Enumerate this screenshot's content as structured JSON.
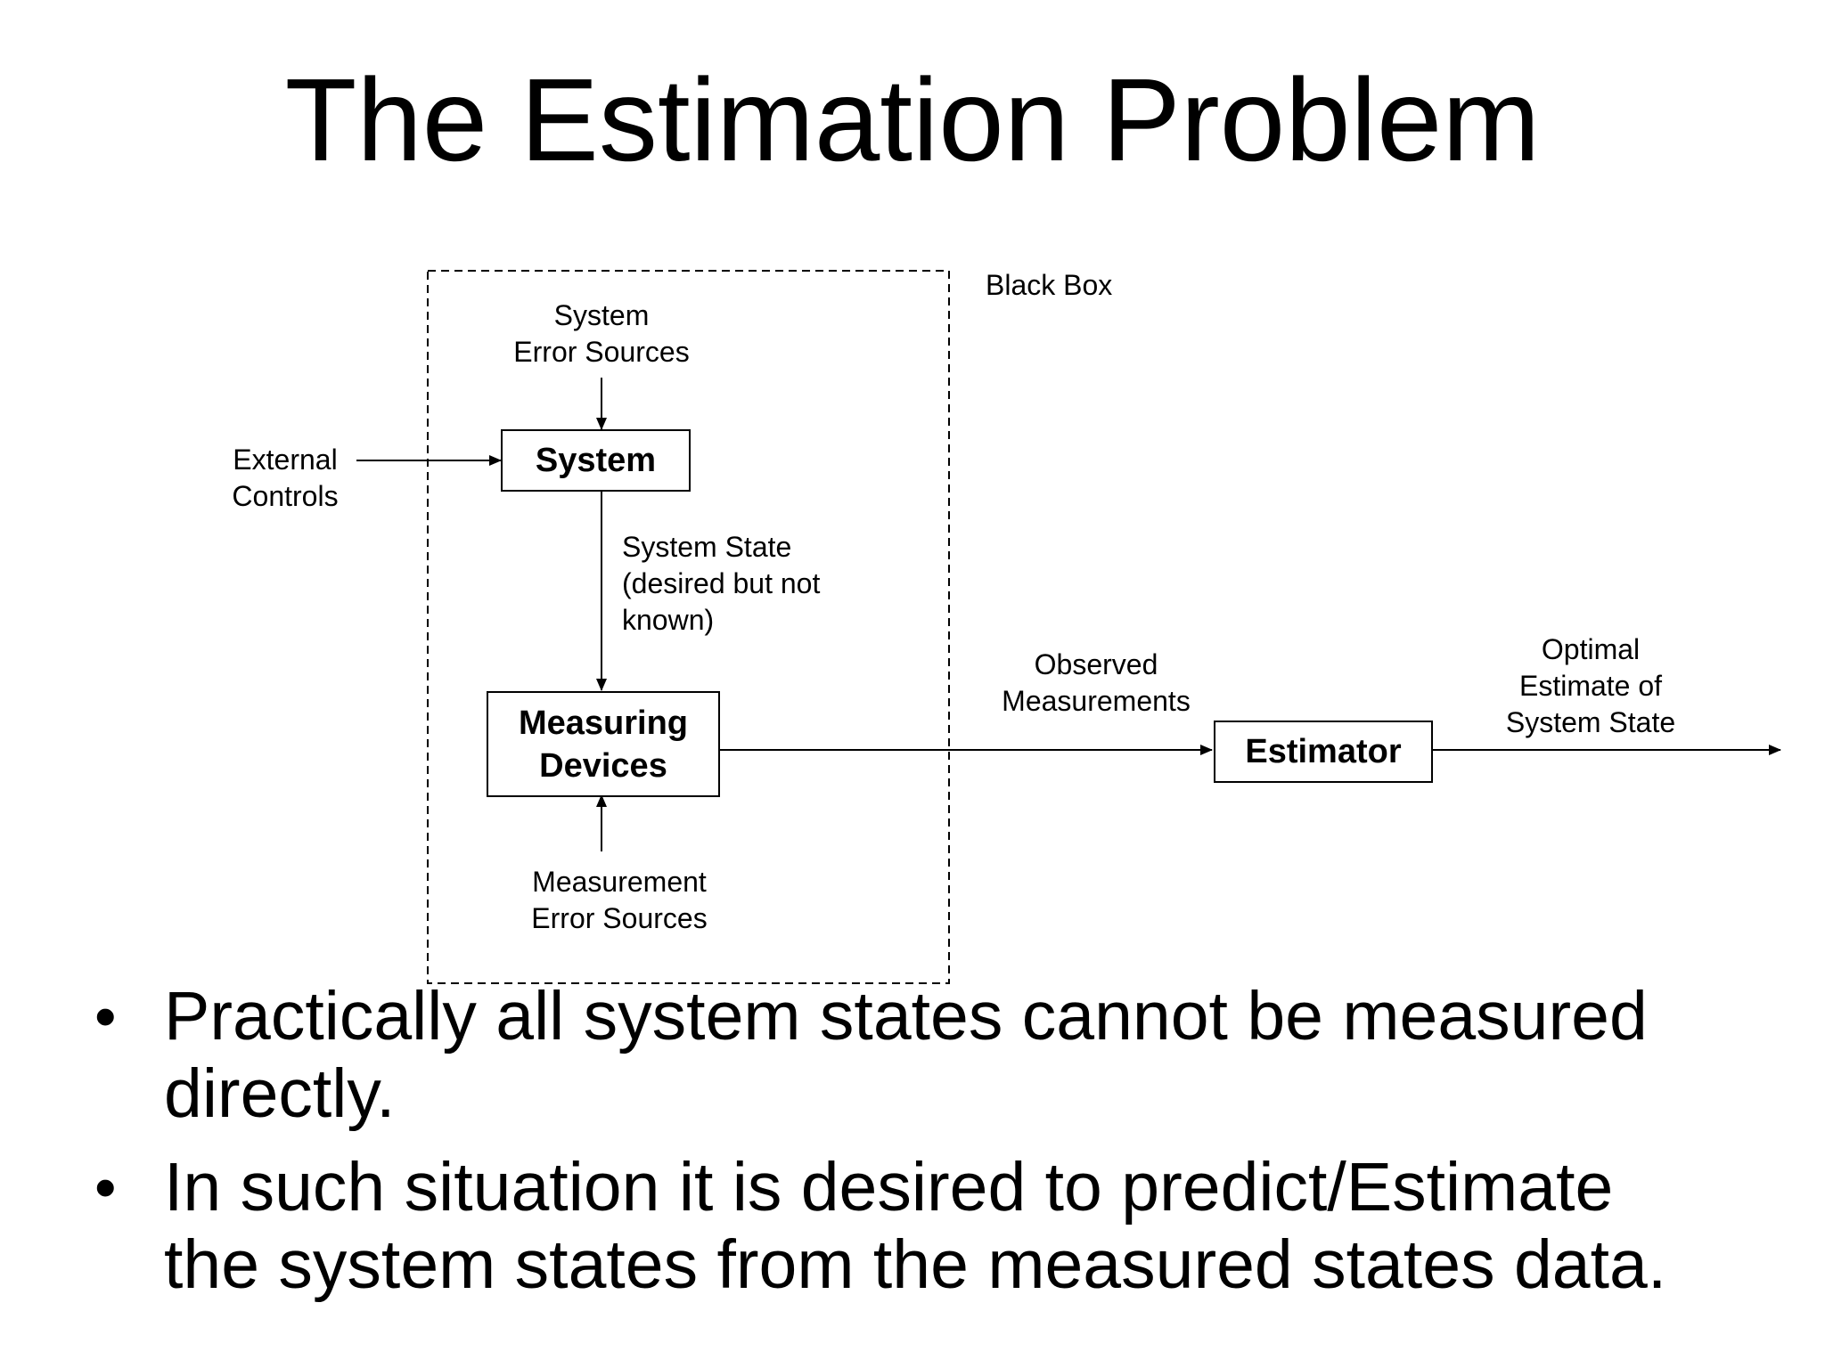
{
  "title": "The Estimation Problem",
  "diagram": {
    "black_box_label": "Black Box",
    "system_error_sources": [
      "System",
      "Error Sources"
    ],
    "external_controls": [
      "External",
      "Controls"
    ],
    "system_box": "System",
    "system_state": [
      "System State",
      "(desired but not",
      "known)"
    ],
    "measuring_devices": [
      "Measuring",
      "Devices"
    ],
    "measurement_error_sources": [
      "Measurement",
      "Error Sources"
    ],
    "observed_measurements": [
      "Observed",
      "Measurements"
    ],
    "estimator_box": "Estimator",
    "optimal_estimate": [
      "Optimal",
      "Estimate of",
      "System State"
    ]
  },
  "bullets": [
    {
      "line1": "Practically all system states cannot be measured",
      "line2": "directly."
    },
    {
      "line1": "In such situation it is desired to predict/Estimate",
      "line2": "the system states from the measured states data."
    }
  ]
}
